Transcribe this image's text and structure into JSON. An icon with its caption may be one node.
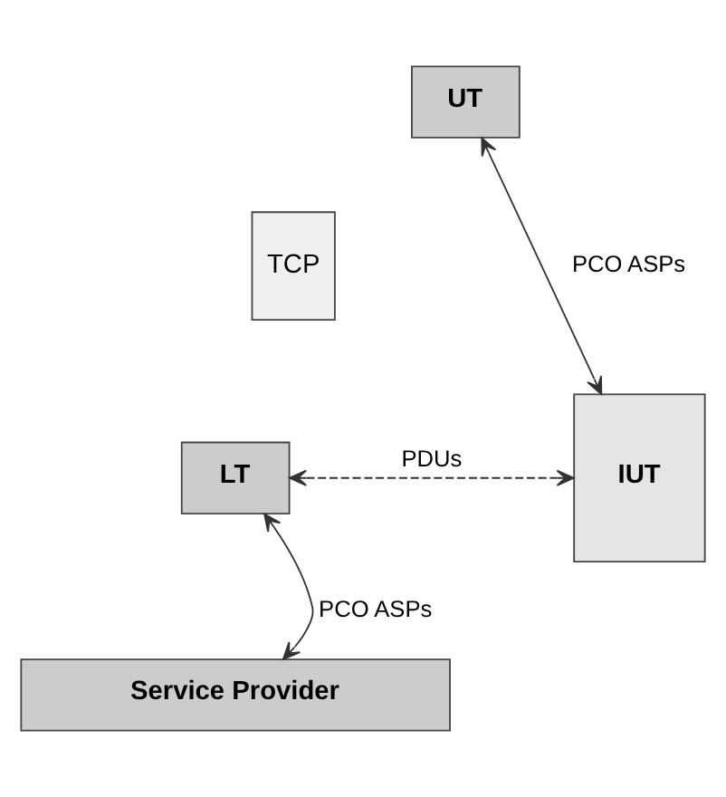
{
  "diagram": {
    "nodes": [
      {
        "text": [
          "UT"
        ]
      },
      {
        "text": [
          "TCP"
        ]
      },
      {
        "text": [
          "LT"
        ]
      },
      {
        "text": [
          "IUT"
        ]
      },
      {
        "text": [
          "Service Provider"
        ]
      }
    ],
    "edges": [
      {
        "from": 0,
        "to": 3,
        "arrow": "both",
        "label": "PCO ASPs"
      },
      {
        "from": 2,
        "to": 3,
        "arrow": "both",
        "label": "PDUs",
        "style": "dashed"
      },
      {
        "from": 2,
        "to": 4,
        "arrow": "both",
        "label": "PCO ASPs"
      }
    ]
  }
}
